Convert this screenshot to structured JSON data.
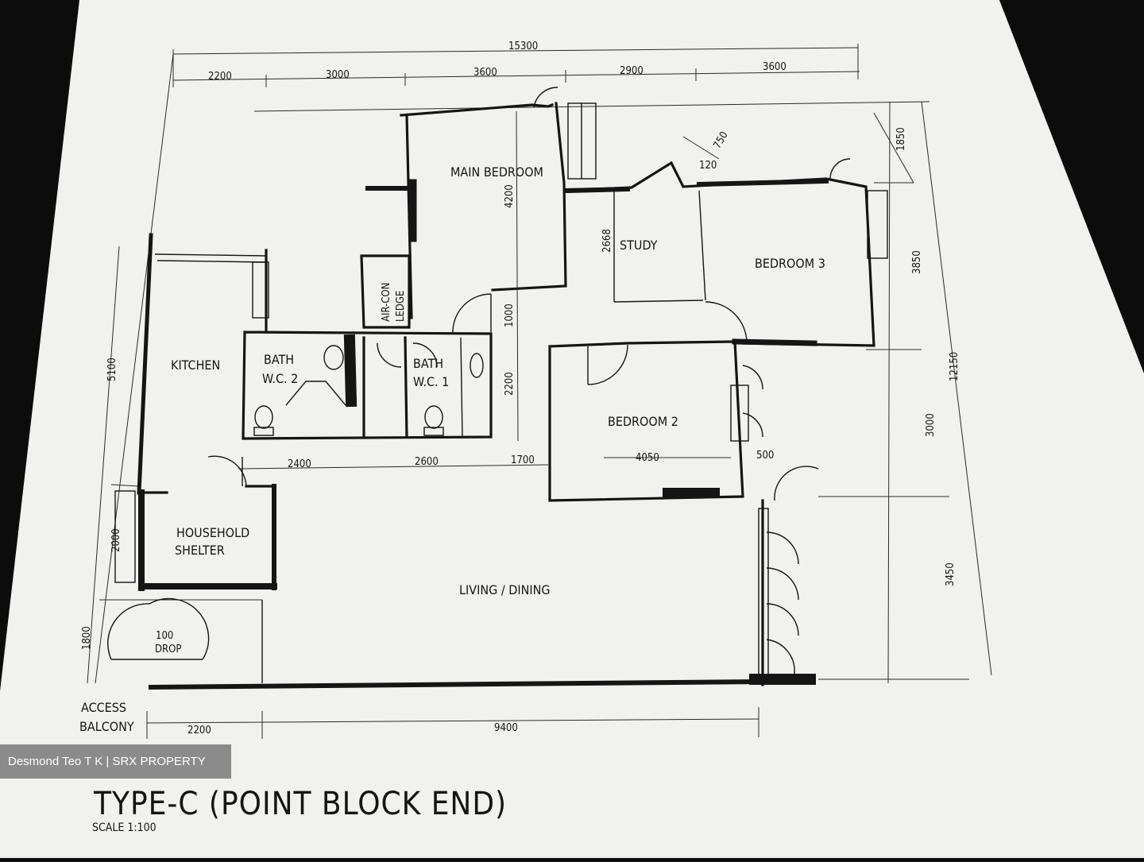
{
  "watermark": "Desmond Teo T K | SRX PROPERTY",
  "title": "TYPE-C (POINT BLOCK END)",
  "scale": "SCALE  1:100",
  "rooms": {
    "main_bedroom": "MAIN BEDROOM",
    "study": "STUDY",
    "bedroom3": "BEDROOM 3",
    "kitchen": "KITCHEN",
    "bath2_line1": "BATH",
    "bath2_line2": "W.C. 2",
    "bath1_line1": "BATH",
    "bath1_line2": "W.C. 1",
    "aircon_line1": "AIR-CON",
    "aircon_line2": "LEDGE",
    "bedroom2": "BEDROOM 2",
    "shelter_line1": "HOUSEHOLD",
    "shelter_line2": "SHELTER",
    "living": "LIVING / DINING",
    "drop_line1": "100",
    "drop_line2": "DROP",
    "access_line1": "ACCESS",
    "access_line2": "BALCONY"
  },
  "dims": {
    "overall_width": "15300",
    "top_1": "2200",
    "top_2": "3000",
    "top_3": "3600",
    "top_4": "2900",
    "top_5": "3600",
    "right_1": "1850",
    "right_2": "3850",
    "right_3": "3000",
    "right_4": "3450",
    "right_total": "12150",
    "mid_4200": "4200",
    "mid_1000": "1000",
    "mid_2200": "2200",
    "study_2668": "2668",
    "bay_750": "750",
    "bay_120": "120",
    "left_5100": "5100",
    "left_2000": "2000",
    "left_1800": "1800",
    "row_2400": "2400",
    "row_2600": "2600",
    "row_1700": "1700",
    "bed2_4050": "4050",
    "bed2_500": "500",
    "bottom_2200": "2200",
    "bottom_9400": "9400"
  }
}
